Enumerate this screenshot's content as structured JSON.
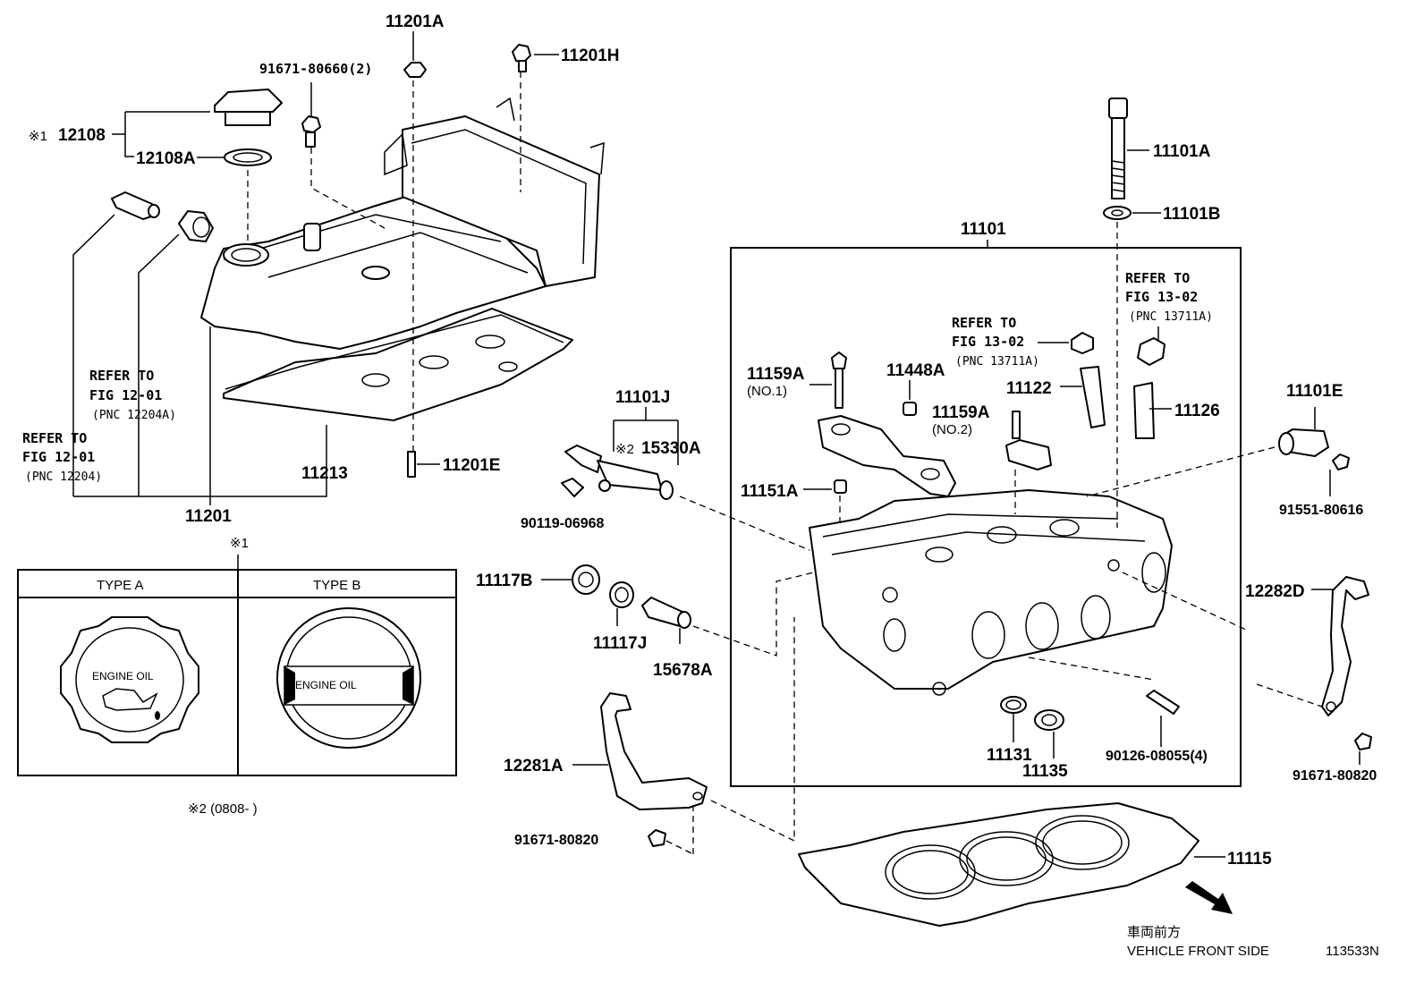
{
  "labels": {
    "p11201A": "11201A",
    "p11201H": "11201H",
    "p91671_80660": "91671-80660(2)",
    "p12108": "12108",
    "p12108_mark": "※1",
    "p12108A": "12108A",
    "p11101A": "11101A",
    "p11101B": "11101B",
    "p11101": "11101",
    "p11159A_1": "11159A",
    "p11159A_1_sub": "(NO.1)",
    "p11448A": "11448A",
    "p11159A_2": "11159A",
    "p11159A_2_sub": "(NO.2)",
    "p11122": "11122",
    "p11126": "11126",
    "p11101E": "11101E",
    "p91551_80616": "91551-80616",
    "p11151A": "11151A",
    "p11101J": "11101J",
    "p15330A_mark": "※2",
    "p15330A": "15330A",
    "p90119_06968": "90119-06968",
    "p11213": "11213",
    "p11201E": "11201E",
    "p11201": "11201",
    "p11117B": "11117B",
    "p11117J": "11117J",
    "p15678A": "15678A",
    "p12282D": "12282D",
    "p11131": "11131",
    "p11135": "11135",
    "p90126_08055": "90126-08055(4)",
    "p91671_80820_r": "91671-80820",
    "p12281A": "12281A",
    "p91671_80820_l": "91671-80820",
    "p11115": "11115"
  },
  "refs": {
    "ref_12204A": [
      "REFER TO",
      "FIG 12-01",
      "(PNC 12204A)"
    ],
    "ref_12204": [
      "REFER TO",
      "FIG 12-01",
      "(PNC 12204)"
    ],
    "ref_13711A_mid": [
      "REFER TO",
      "FIG 13-02",
      "(PNC 13711A)"
    ],
    "ref_13711A_right": [
      "REFER TO",
      "FIG 13-02",
      "(PNC 13711A)"
    ]
  },
  "cap_table": {
    "mark": "※1",
    "type_a": "TYPE  A",
    "type_b": "TYPE  B",
    "cap_a_text": "ENGINE OIL",
    "cap_b_text": "ENGINE OIL"
  },
  "footnote": "※2 (0808-      )",
  "footer": {
    "jp": "車両前方",
    "en": "VEHICLE FRONT SIDE",
    "code": "113533N"
  },
  "icons": [
    "front-arrow-icon",
    "oil-can-icon"
  ]
}
